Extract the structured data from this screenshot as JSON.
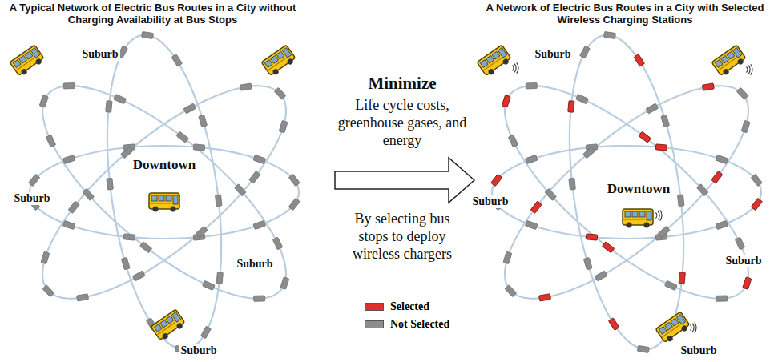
{
  "diagram": {
    "labels": [
      "A Typical Network of Electric Bus Routes in a City without Charging Availability at Bus Stops",
      "Suburb",
      "Suburb",
      "Suburb",
      "Suburb",
      "Downtown",
      "Minimize",
      "Life cycle costs, greenhouse gases, and energy",
      "By selecting bus stops to deploy wireless chargers",
      "A Network of Electric Bus Routes in a City with Selected Wireless Charging Stations",
      "Suburb",
      "Suburb",
      "Suburb",
      "Suburb",
      "Downtown"
    ],
    "legend": [
      {
        "text": "Selected",
        "color": "#e0302b"
      },
      {
        "text": "Not Selected",
        "color": "#8c8c8c"
      }
    ]
  }
}
